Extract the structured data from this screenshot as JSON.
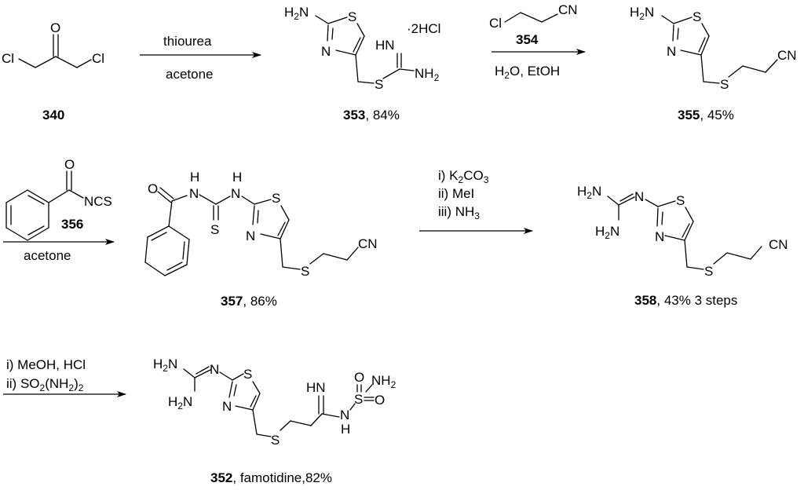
{
  "scheme": {
    "compounds": {
      "c340": {
        "number": "340",
        "yield": "",
        "atoms": {
          "cl_left": "Cl",
          "cl_right": "Cl",
          "o": "O"
        }
      },
      "c353": {
        "number": "353",
        "yield": ", 84%",
        "salt": "·2HCl",
        "atoms": {
          "nh2_top": "H",
          "nh2_top_sub": "2",
          "nh2_top_n": "N",
          "s_ring": "S",
          "n_ring": "N",
          "hn": "HN",
          "nh2_right": "NH",
          "nh2_right_sub": "2",
          "s_link": "S"
        }
      },
      "c355": {
        "number": "355",
        "yield": ", 45%",
        "atoms": {
          "h": "H",
          "sub": "2",
          "n": "N",
          "s_ring": "S",
          "n_ring": "N",
          "s_link": "S",
          "cn": "CN"
        }
      },
      "c357": {
        "number": "357",
        "yield": ", 86%",
        "atoms": {
          "o": "O",
          "h1": "H",
          "n1": "N",
          "h2": "H",
          "n2": "N",
          "s_thio": "S",
          "s_ring": "S",
          "n_ring": "N",
          "s_link": "S",
          "cn": "CN"
        }
      },
      "c358": {
        "number": "358",
        "yield": ", 43% 3 steps",
        "atoms": {
          "h_a": "H",
          "sub_a": "2",
          "n_a": "N",
          "n_imine": "N",
          "h_b": "H",
          "sub_b": "2",
          "n_b": "N",
          "s_ring": "S",
          "n_ring": "N",
          "s_link": "S",
          "cn": "CN"
        }
      },
      "c352": {
        "number": "352",
        "yield": ", famotidine,82%",
        "atoms": {
          "h_a": "H",
          "sub_a": "2",
          "n_a": "N",
          "n_imine": "N",
          "h_b": "H",
          "sub_b": "2",
          "n_b": "N",
          "s_ring": "S",
          "n_ring": "N",
          "s_link": "S",
          "hn": "HN",
          "n_amide": "N",
          "h_amide": "H",
          "s_sulf": "S",
          "o_top": "O",
          "o_right": "O",
          "nh2": "NH",
          "nh2_sub": "2"
        }
      }
    },
    "steps": [
      {
        "id": "step1",
        "above": "thiourea",
        "below": "acetone"
      },
      {
        "id": "step2",
        "reagent_compound": "354",
        "reagent_atoms": {
          "cl": "Cl",
          "cn": "CN"
        },
        "below_a": "H",
        "below_sub": "2",
        "below_b": "O, EtOH"
      },
      {
        "id": "step3",
        "reagent_compound": "356",
        "reagent_atoms": {
          "o": "O",
          "ncs": "NCS"
        },
        "below": "acetone"
      },
      {
        "id": "step4",
        "conditions": [
          {
            "a": "i) K",
            "sub": "2",
            "b": "CO",
            "sub2": "3"
          },
          {
            "a": "ii) MeI"
          },
          {
            "a": "iii) NH",
            "sub": "3"
          }
        ]
      },
      {
        "id": "step5",
        "conditions": [
          {
            "a": "i) MeOH, HCl"
          },
          {
            "a": "ii) SO",
            "sub": "2",
            "b": "(NH",
            "sub2": "2",
            "c": ")",
            "sub3": "2"
          }
        ]
      }
    ]
  }
}
